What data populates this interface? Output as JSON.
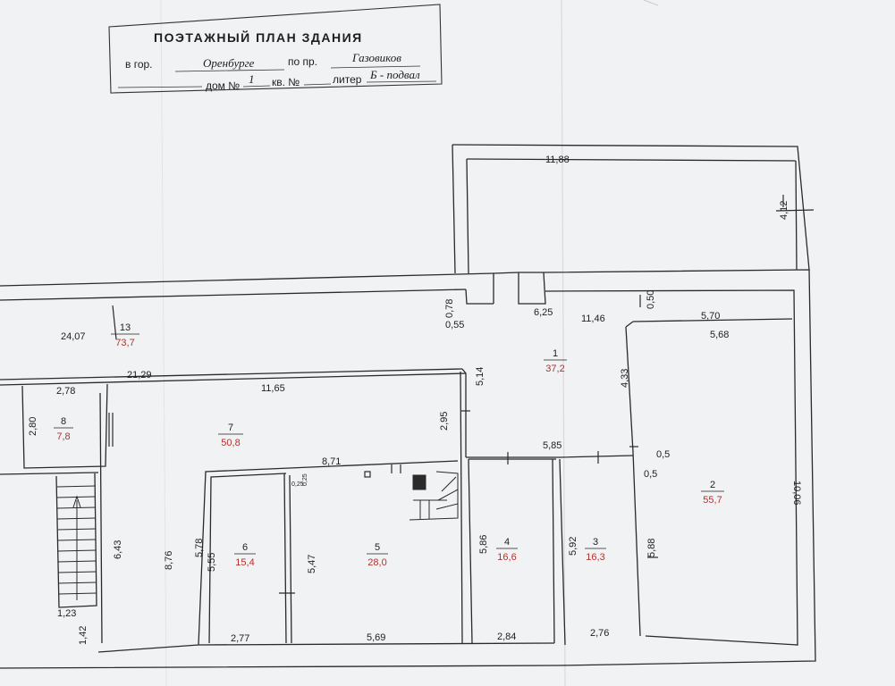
{
  "header": {
    "title": "ПОЭТАЖНЫЙ ПЛАН ЗДАНИЯ",
    "city_label": "в гор.",
    "city": "Оренбурге",
    "street_label": "по пр.",
    "street": "Газовиков",
    "house_label": "дом №",
    "house": "1",
    "apt_label": "кв. №",
    "litera_label": "литер",
    "litera": "Б - подвал"
  },
  "rooms": [
    {
      "num": "1",
      "area": "37,2"
    },
    {
      "num": "2",
      "area": "55,7"
    },
    {
      "num": "3",
      "area": "16,3"
    },
    {
      "num": "4",
      "area": "16,6"
    },
    {
      "num": "5",
      "area": "28,0"
    },
    {
      "num": "6",
      "area": "15,4"
    },
    {
      "num": "7",
      "area": "50,8"
    },
    {
      "num": "8",
      "area": "7,8"
    },
    {
      "num": "13",
      "area": "73,7"
    }
  ],
  "dims": [
    "11,88",
    "4,12",
    "0,78",
    "0,55",
    "6,25",
    "11,46",
    "0,50",
    "5,70",
    "5,68",
    "24,07",
    "21,29",
    "11,65",
    "2,78",
    "2,80",
    "5,14",
    "4,33",
    "2,95",
    "5,85",
    "0,5",
    "0,5",
    "10,06",
    "8,71",
    "0,25",
    "0,25",
    "6,43",
    "8,76",
    "5,78",
    "5,55",
    "5,47",
    "5,86",
    "5,92",
    "5,88",
    "1,23",
    "1,42",
    "2,77",
    "5,69",
    "2,84",
    "2,76"
  ],
  "colors": {
    "wall": "#2a2a2a",
    "area_text": "#b0322e",
    "paper": "#f1f2f4"
  }
}
